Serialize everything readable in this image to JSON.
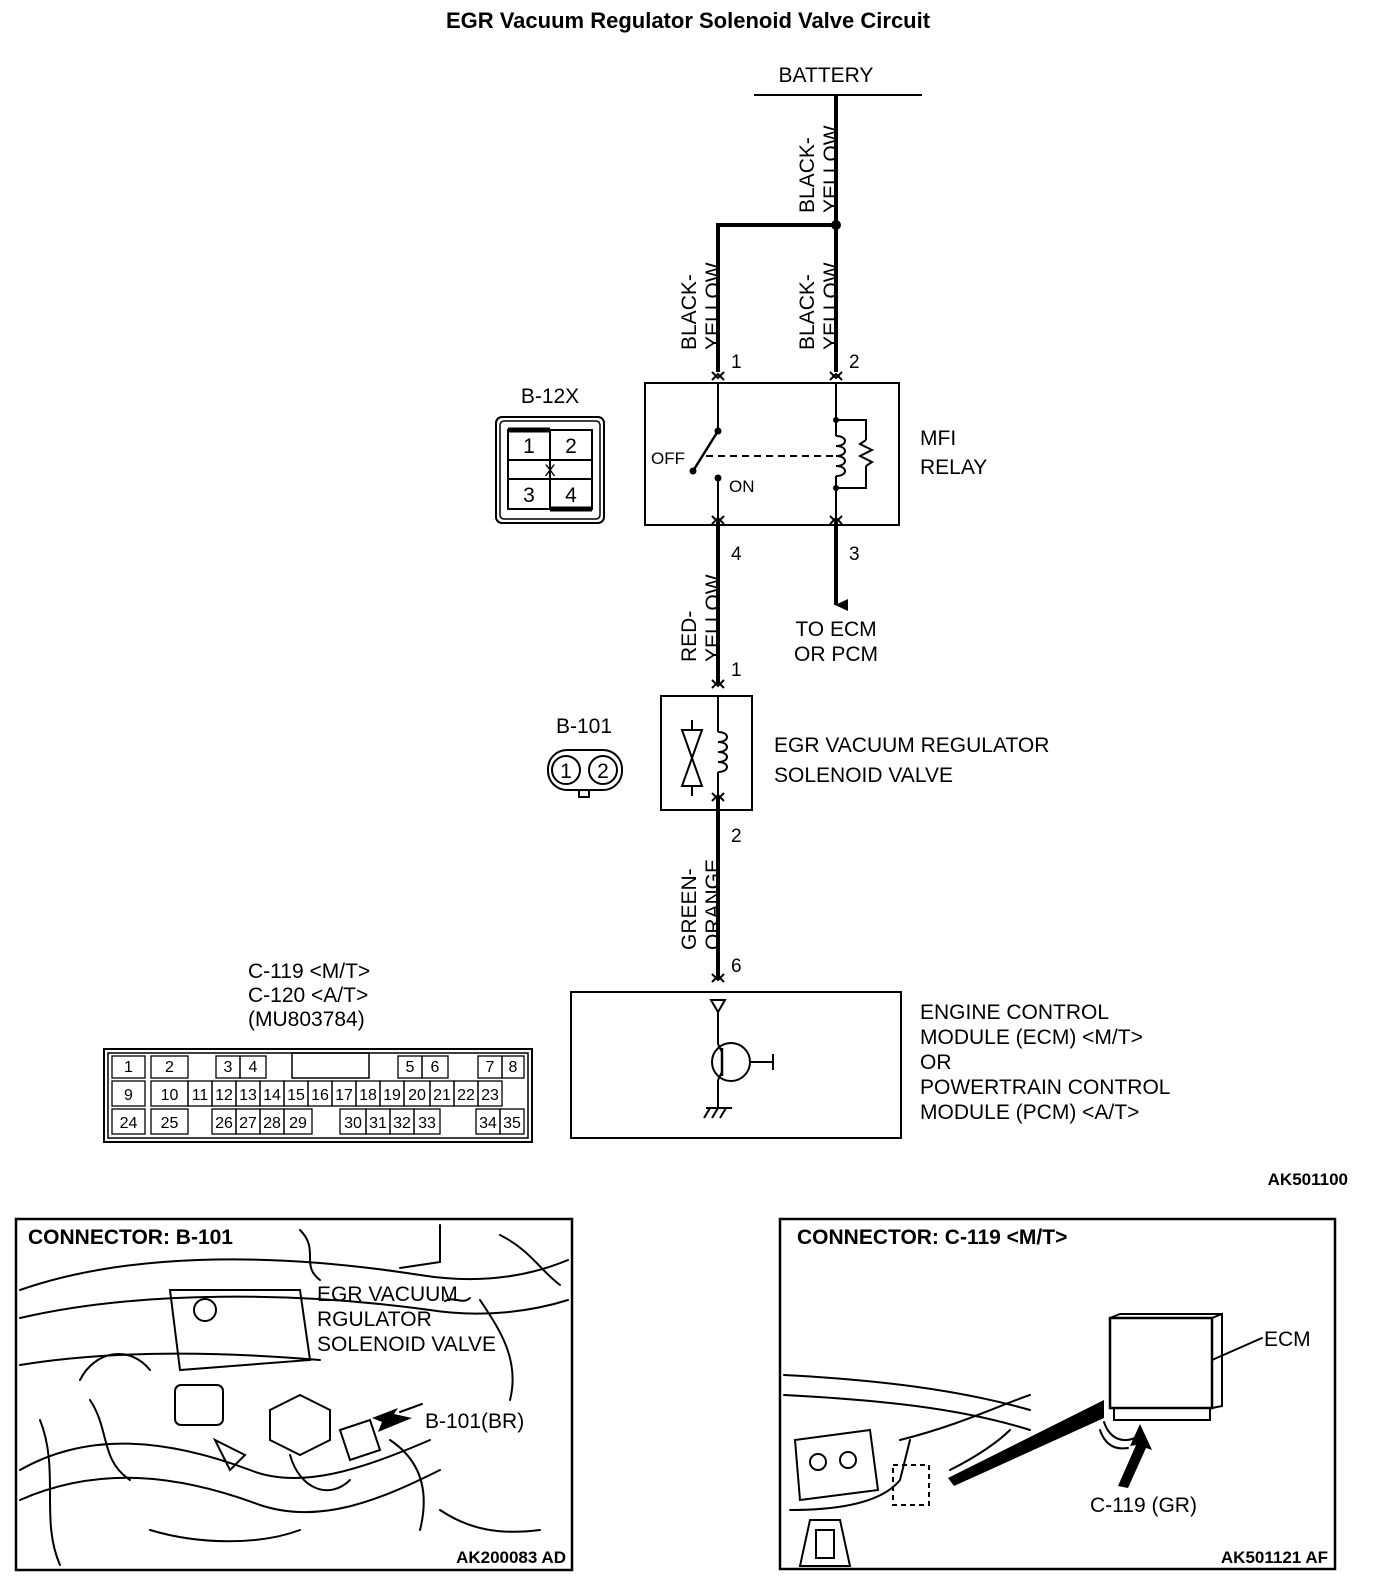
{
  "title": "EGR Vacuum Regulator Solenoid Valve Circuit",
  "battery": "BATTERY",
  "wires": {
    "battery_trunk": [
      "BLACK-",
      "YELLOW"
    ],
    "relay_pin1": [
      "BLACK-",
      "YELLOW"
    ],
    "relay_pin2": [
      "BLACK-",
      "YELLOW"
    ],
    "relay_to_valve": [
      "RED-",
      "YELLOW"
    ],
    "valve_to_ecm": [
      "GREEN-",
      "ORANGE"
    ]
  },
  "pins": {
    "relay_1": "1",
    "relay_2": "2",
    "relay_4": "4",
    "relay_3": "3",
    "valve_1": "1",
    "valve_2": "2",
    "ecm_6": "6"
  },
  "relay": {
    "name_line1": "MFI",
    "name_line2": "RELAY",
    "switch_off": "OFF",
    "switch_on": "ON",
    "to_ecm_line1": "TO ECM",
    "to_ecm_line2": "OR PCM"
  },
  "connector_b12x": {
    "label": "B-12X",
    "cells": [
      "1",
      "2",
      "3",
      "4"
    ],
    "center": "X"
  },
  "connector_b101": {
    "label": "B-101",
    "pins": [
      "1",
      "2"
    ]
  },
  "valve": {
    "line1": "EGR VACUUM REGULATOR",
    "line2": "SOLENOID VALVE"
  },
  "ecm_connector": {
    "line1": "C-119 <M/T>",
    "line2": "C-120 <A/T>",
    "line3": "(MU803784)",
    "row1": [
      "1",
      "2",
      "3",
      "4",
      "5",
      "6",
      "7",
      "8"
    ],
    "row2": [
      "9",
      "10",
      "11",
      "12",
      "13",
      "14",
      "15",
      "16",
      "17",
      "18",
      "19",
      "20",
      "21",
      "22",
      "23"
    ],
    "row3": [
      "24",
      "25",
      "26",
      "27",
      "28",
      "29",
      "30",
      "31",
      "32",
      "33",
      "34",
      "35"
    ]
  },
  "ecm": {
    "line1": "ENGINE CONTROL",
    "line2": "MODULE (ECM) <M/T>",
    "line3": "OR",
    "line4": "POWERTRAIN CONTROL",
    "line5": "MODULE (PCM) <A/T>"
  },
  "diagram_code": "AK501100",
  "photo_left": {
    "heading": "CONNECTOR: B-101",
    "callout1": "EGR VACUUM",
    "callout2": "RGULATOR",
    "callout3": "SOLENOID VALVE",
    "pointer": "B-101(BR)",
    "code": "AK200083 AD"
  },
  "photo_right": {
    "heading": "CONNECTOR: C-119 <M/T>",
    "ecm": "ECM",
    "pointer": "C-119 (GR)",
    "code": "AK501121 AF"
  }
}
